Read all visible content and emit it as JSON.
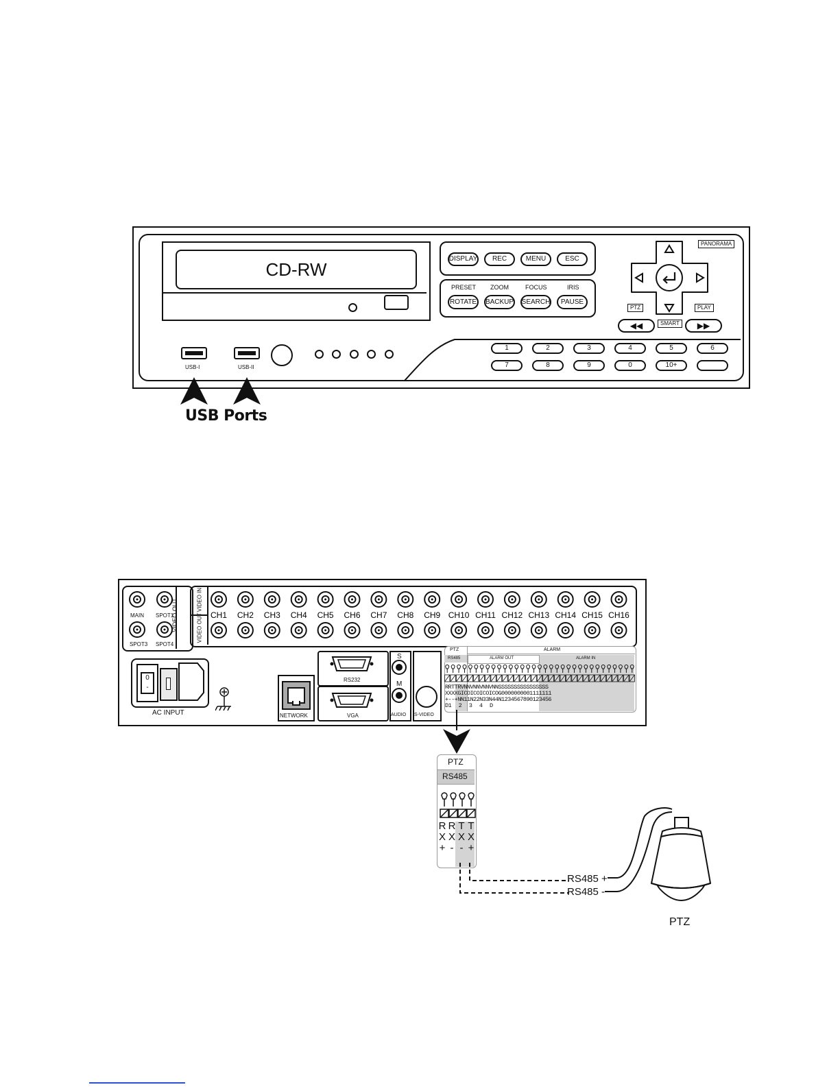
{
  "front_panel": {
    "drive_label": "CD-RW",
    "top_buttons": [
      "DISPLAY",
      "REC",
      "MENU",
      "ESC"
    ],
    "function_labels": [
      "PRESET",
      "ZOOM",
      "FOCUS",
      "IRIS"
    ],
    "function_buttons": [
      "ROTATE",
      "BACKUP",
      "SEARCH",
      "PAUSE"
    ],
    "panorama_label": "PANORAMA",
    "ptz_label": "PTZ",
    "play_label": "PLAY",
    "smart_label": "SMART",
    "number_keys_row1": [
      "1",
      "2",
      "3",
      "4",
      "5",
      "6"
    ],
    "number_keys_row2": [
      "7",
      "8",
      "9",
      "0",
      "10+",
      ""
    ],
    "usb1_label": "USB-I",
    "usb2_label": "USB-II",
    "usb_callout": "USB Ports"
  },
  "rear_panel": {
    "main_label": "MAIN",
    "spot1_label": "SPOT1",
    "spot3_label": "SPOT3",
    "spot4_label": "SPOT4",
    "video_out_side_label": "VIDEO OUT",
    "video_in_label": "VIDEO IN",
    "video_out_label": "VIDEO OUT",
    "channels": [
      "CH1",
      "CH2",
      "CH3",
      "CH4",
      "CH5",
      "CH6",
      "CH7",
      "CH8",
      "CH9",
      "CH10",
      "CH11",
      "CH12",
      "CH13",
      "CH14",
      "CH15",
      "CH16"
    ],
    "ac_input_label": "AC INPUT",
    "power_switch_label": "0 -",
    "network_label": "NETWORK",
    "rs232_label": "RS232",
    "vga_label": "VGA",
    "audio_s_label": "S",
    "audio_m_label": "M",
    "audio_label": "AUDIO",
    "svideo_label": "S-VIDEO",
    "ptz_label": "PTZ",
    "rs485_label": "RS485",
    "alarm_label": "ALARM",
    "alarm_out_label": "ALARM OUT",
    "alarm_in_label": "ALARM IN",
    "terminal_row1": "RRTTRVNNVNNVNNVNNSSSSSSSSSSSSSSSS",
    "terminal_row2": "XXXXGICOICOICOICOG0000000001111111",
    "terminal_row3": "+--+NN11N22N33N44N1234567890123456",
    "terminal_row4": "D1 2 3 4 D"
  },
  "ptz_detail": {
    "title": "PTZ",
    "subtitle": "RS485",
    "term_letters": [
      "R",
      "R",
      "T",
      "T"
    ],
    "term_x": [
      "X",
      "X",
      "X",
      "X"
    ],
    "term_signs": [
      "+",
      "-",
      "-",
      "+"
    ],
    "rs485_plus": "RS485 +",
    "rs485_minus": "RS485 -",
    "camera_label": "PTZ"
  }
}
